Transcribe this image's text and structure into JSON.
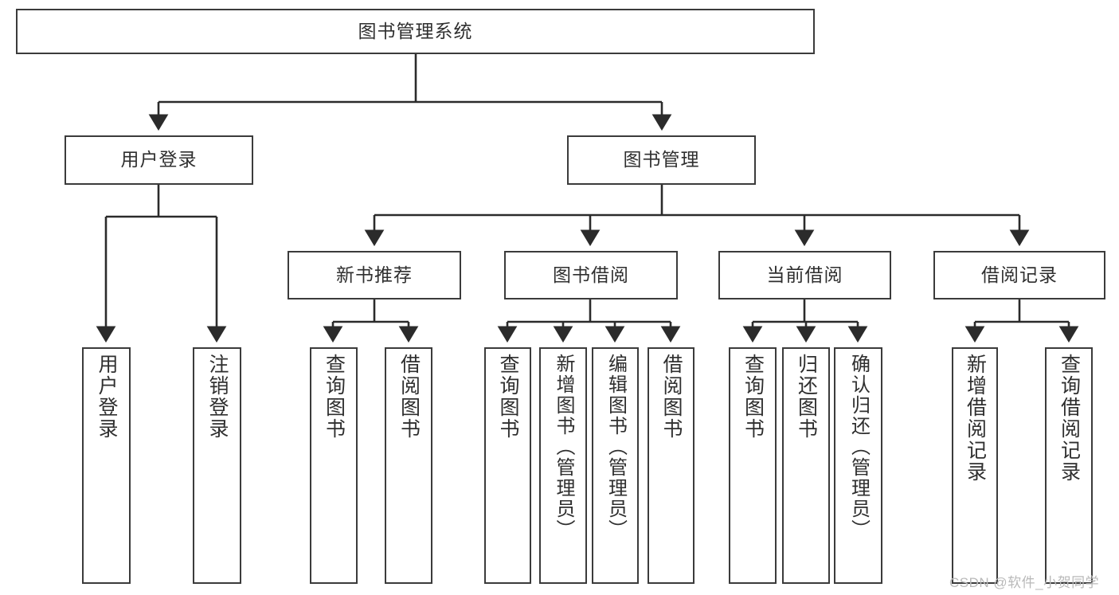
{
  "diagram": {
    "title": "图书管理系统",
    "type": "functional-structure-tree",
    "colors": {
      "box_border": "#3b3b3b",
      "box_fill": "#ffffff",
      "edge": "#2b2b2b",
      "text": "#2f2f2f",
      "background": "#ffffff",
      "watermark": "#b9b9b9"
    },
    "root": {
      "id": "root",
      "label": "图书管理系统"
    },
    "level2": [
      {
        "id": "l2-user-login",
        "label": "用户登录"
      },
      {
        "id": "l2-book-manage",
        "label": "图书管理"
      }
    ],
    "level3": [
      {
        "id": "l3-new-book",
        "label": "新书推荐"
      },
      {
        "id": "l3-borrow",
        "label": "图书借阅"
      },
      {
        "id": "l3-current",
        "label": "当前借阅"
      },
      {
        "id": "l3-record",
        "label": "借阅记录"
      }
    ],
    "leaves": [
      {
        "id": "leaf-user-login",
        "label": "用户登录",
        "parent": "l2-user-login"
      },
      {
        "id": "leaf-logout",
        "label": "注销登录",
        "parent": "l2-user-login"
      },
      {
        "id": "leaf-query-book-1",
        "label": "查询图书",
        "parent": "l3-new-book"
      },
      {
        "id": "leaf-borrow-book-1",
        "label": "借阅图书",
        "parent": "l3-new-book"
      },
      {
        "id": "leaf-query-book-2",
        "label": "查询图书",
        "parent": "l3-borrow"
      },
      {
        "id": "leaf-add-book",
        "label": "新增图书（管理员）",
        "parent": "l3-borrow"
      },
      {
        "id": "leaf-edit-book",
        "label": "编辑图书（管理员）",
        "parent": "l3-borrow"
      },
      {
        "id": "leaf-borrow-book-2",
        "label": "借阅图书",
        "parent": "l3-borrow"
      },
      {
        "id": "leaf-query-book-3",
        "label": "查询图书",
        "parent": "l3-current"
      },
      {
        "id": "leaf-return-book",
        "label": "归还图书",
        "parent": "l3-current"
      },
      {
        "id": "leaf-confirm-return",
        "label": "确认归还（管理员）",
        "parent": "l3-current"
      },
      {
        "id": "leaf-add-record",
        "label": "新增借阅记录",
        "parent": "l3-record"
      },
      {
        "id": "leaf-query-record",
        "label": "查询借阅记录",
        "parent": "l3-record"
      }
    ],
    "watermark": "CSDN @软件_小贺同学"
  }
}
